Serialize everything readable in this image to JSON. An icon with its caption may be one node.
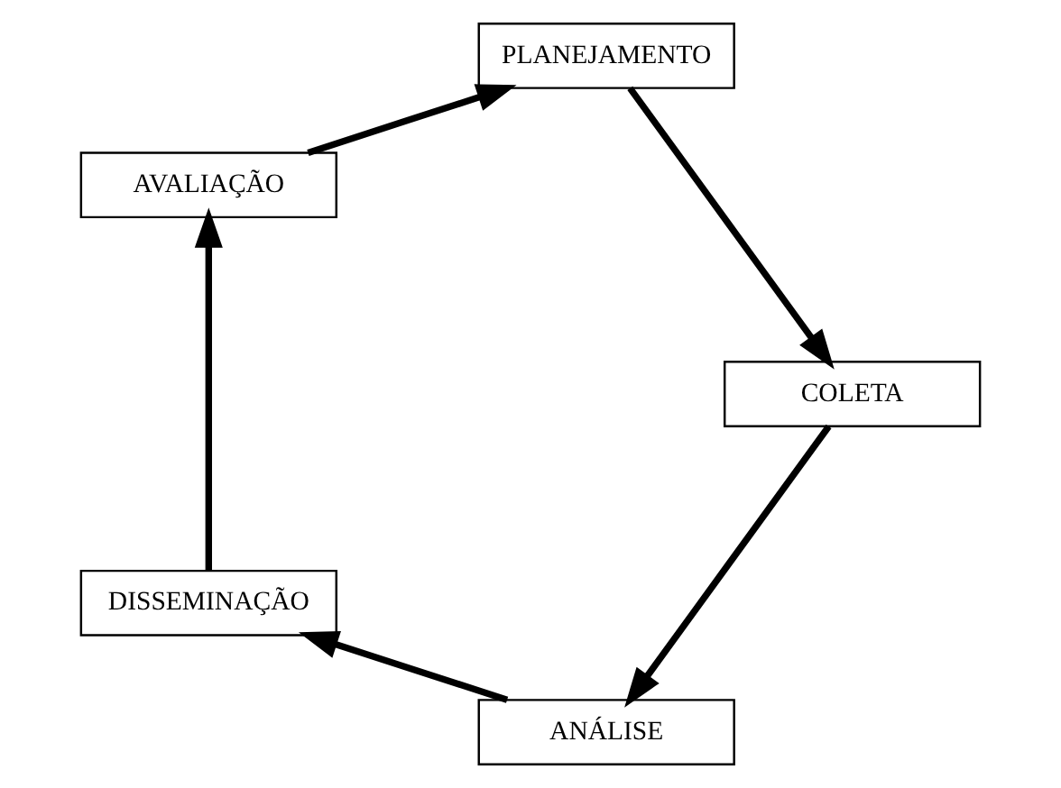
{
  "diagram": {
    "nodes": [
      {
        "text": [
          "PLANEJAMENTO"
        ]
      },
      {
        "text": [
          "COLETA"
        ]
      },
      {
        "text": [
          "ANÁLISE"
        ]
      },
      {
        "text": [
          "DISSEMINAÇÃO"
        ]
      },
      {
        "text": [
          "AVALIAÇÃO"
        ]
      }
    ],
    "edges": [
      {
        "from": 0,
        "to": 1,
        "arrow": "to"
      },
      {
        "from": 1,
        "to": 2,
        "arrow": "to"
      },
      {
        "from": 2,
        "to": 3,
        "arrow": "to"
      },
      {
        "from": 3,
        "to": 4,
        "arrow": "to"
      },
      {
        "from": 4,
        "to": 0,
        "arrow": "to"
      }
    ]
  }
}
